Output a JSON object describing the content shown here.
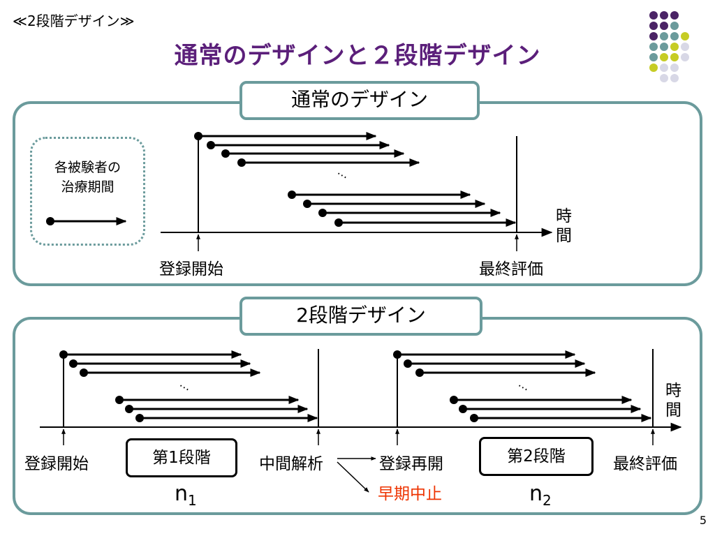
{
  "slide": {
    "section_tag": "≪2段階デザイン≫",
    "title": "通常のデザインと２段階デザイン",
    "page_number": "5"
  },
  "colors": {
    "title": "#5b1f7a",
    "panel_border": "#6b9b9c",
    "stop_text": "#ee3300",
    "dot_palette": [
      "#4b2466",
      "#6b9b9c",
      "#c6cc24",
      "#d8d8e6"
    ]
  },
  "normal_design": {
    "title": "通常のデザイン",
    "legend_line1": "各被験者の",
    "legend_line2": "治療期間",
    "start_label": "登録開始",
    "end_label": "最終評価",
    "time_label_line1": "時",
    "time_label_line2": "間",
    "ellipsis": "…"
  },
  "two_stage_design": {
    "title": "2段階デザイン",
    "start_label": "登録開始",
    "stage1_label": "第1段階",
    "interim_label": "中間解析",
    "restart_label": "登録再開",
    "early_stop_label": "早期中止",
    "stage2_label": "第2段階",
    "end_label": "最終評価",
    "time_label_line1": "時",
    "time_label_line2": "間",
    "n1": "n",
    "n1_sub": "1",
    "n2": "n",
    "n2_sub": "2",
    "ellipsis": "…"
  }
}
